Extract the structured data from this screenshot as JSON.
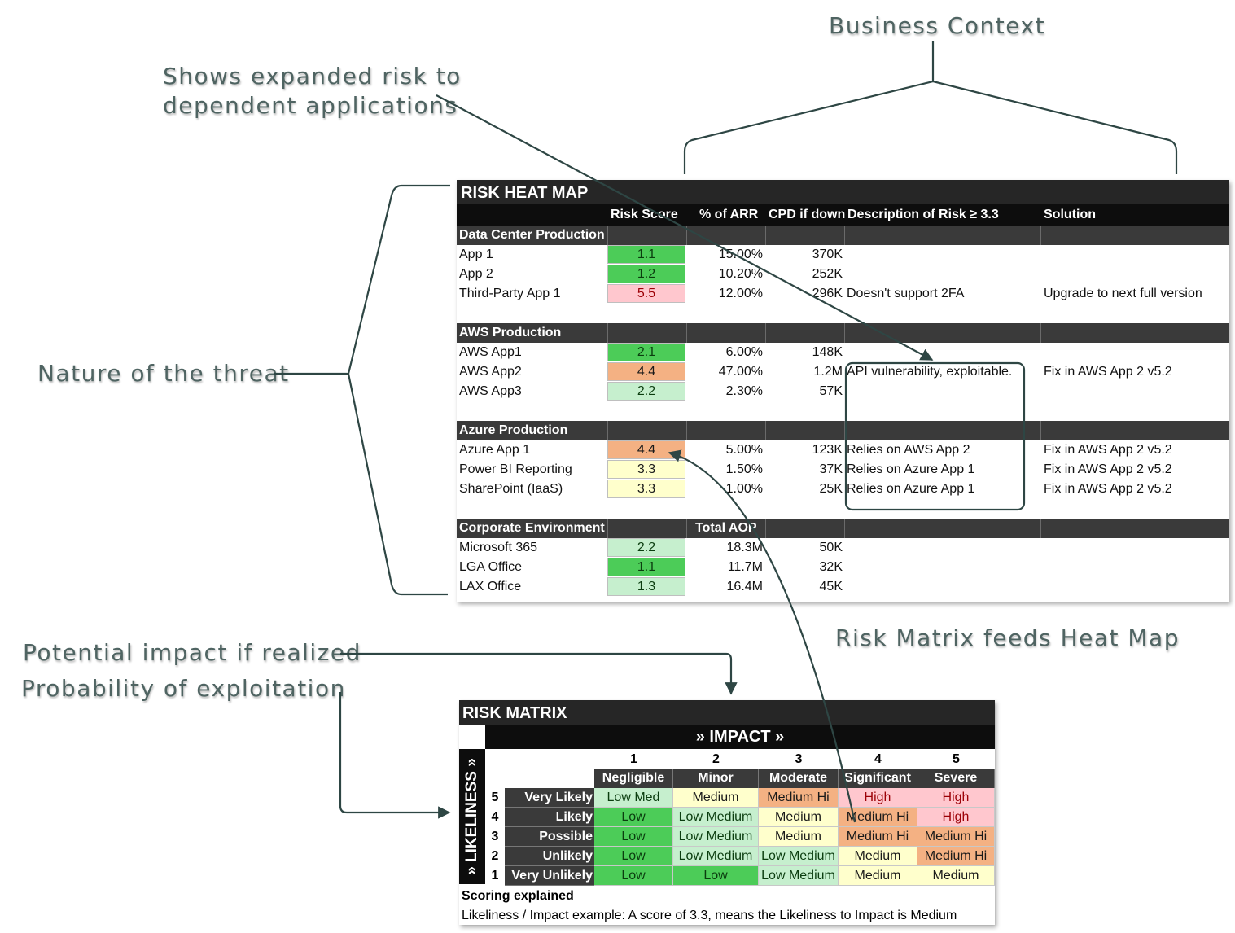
{
  "callouts": {
    "business_context": "Business Context",
    "expanded_risk_line1": "Shows expanded risk to",
    "expanded_risk_line2": "dependent applications",
    "nature_of_threat": "Nature of the threat",
    "risk_matrix_feeds": "Risk Matrix feeds Heat Map",
    "potential_impact": "Potential impact if realized",
    "probability": "Probability of exploitation"
  },
  "heatmap": {
    "title": "RISK HEAT MAP",
    "headers": {
      "risk_score": "Risk Score",
      "arr": "% of ARR",
      "cpd": "CPD if down",
      "description": "Description of Risk ≥ 3.3",
      "solution": "Solution"
    },
    "sections": [
      {
        "label": "Data Center Production",
        "extra": "",
        "rows": [
          {
            "name": "App 1",
            "score": "1.1",
            "level": "low",
            "arr": "15.00%",
            "cpd": "370K",
            "desc": "",
            "sol": ""
          },
          {
            "name": "App 2",
            "score": "1.2",
            "level": "low",
            "arr": "10.20%",
            "cpd": "252K",
            "desc": "",
            "sol": ""
          },
          {
            "name": "Third-Party App 1",
            "score": "5.5",
            "level": "high",
            "arr": "12.00%",
            "cpd": "296K",
            "desc": "Doesn't support 2FA",
            "sol": "Upgrade to next full version"
          }
        ]
      },
      {
        "label": "AWS Production",
        "extra": "",
        "rows": [
          {
            "name": "AWS App1",
            "score": "2.1",
            "level": "low",
            "arr": "6.00%",
            "cpd": "148K",
            "desc": "",
            "sol": ""
          },
          {
            "name": "AWS App2",
            "score": "4.4",
            "level": "medhi",
            "arr": "47.00%",
            "cpd": "1.2M",
            "desc": "API vulnerability, exploitable.",
            "sol": "Fix in AWS App 2 v5.2"
          },
          {
            "name": "AWS App3",
            "score": "2.2",
            "level": "lowmed",
            "arr": "2.30%",
            "cpd": "57K",
            "desc": "",
            "sol": ""
          }
        ]
      },
      {
        "label": "Azure Production",
        "extra": "",
        "rows": [
          {
            "name": "Azure App 1",
            "score": "4.4",
            "level": "medhi",
            "arr": "5.00%",
            "cpd": "123K",
            "desc": "Relies on AWS App 2",
            "sol": "Fix in AWS App 2 v5.2"
          },
          {
            "name": "Power BI Reporting",
            "score": "3.3",
            "level": "medium",
            "arr": "1.50%",
            "cpd": "37K",
            "desc": "Relies on Azure App 1",
            "sol": "Fix in AWS App 2 v5.2"
          },
          {
            "name": "SharePoint (IaaS)",
            "score": "3.3",
            "level": "medium",
            "arr": "1.00%",
            "cpd": "25K",
            "desc": "Relies on Azure App 1",
            "sol": "Fix in AWS App 2 v5.2"
          }
        ]
      },
      {
        "label": "Corporate Environment",
        "extra": "Total AOP",
        "rows": [
          {
            "name": "Microsoft 365",
            "score": "2.2",
            "level": "lowmed",
            "arr": "18.3M",
            "cpd": "50K",
            "desc": "",
            "sol": ""
          },
          {
            "name": "LGA Office",
            "score": "1.1",
            "level": "low",
            "arr": "11.7M",
            "cpd": "32K",
            "desc": "",
            "sol": ""
          },
          {
            "name": "LAX Office",
            "score": "1.3",
            "level": "lowmed",
            "arr": "16.4M",
            "cpd": "45K",
            "desc": "",
            "sol": ""
          }
        ]
      }
    ]
  },
  "matrix": {
    "title": "RISK MATRIX",
    "impact_label": "» IMPACT »",
    "likeliness_label": "» LIKELINESS »",
    "impact_numbers": [
      "1",
      "2",
      "3",
      "4",
      "5"
    ],
    "impact_levels": [
      "Negligible",
      "Minor",
      "Moderate",
      "Significant",
      "Severe"
    ],
    "rows": [
      {
        "num": "5",
        "label": "Very Likely",
        "cells": [
          {
            "text": "Low Med",
            "level": "lowmed"
          },
          {
            "text": "Medium",
            "level": "medium"
          },
          {
            "text": "Medium Hi",
            "level": "medhi"
          },
          {
            "text": "High",
            "level": "high"
          },
          {
            "text": "High",
            "level": "high"
          }
        ]
      },
      {
        "num": "4",
        "label": "Likely",
        "cells": [
          {
            "text": "Low",
            "level": "low"
          },
          {
            "text": "Low Medium",
            "level": "lowmed"
          },
          {
            "text": "Medium",
            "level": "medium"
          },
          {
            "text": "Medium Hi",
            "level": "medhi"
          },
          {
            "text": "High",
            "level": "high"
          }
        ]
      },
      {
        "num": "3",
        "label": "Possible",
        "cells": [
          {
            "text": "Low",
            "level": "low"
          },
          {
            "text": "Low Medium",
            "level": "lowmed"
          },
          {
            "text": "Medium",
            "level": "medium"
          },
          {
            "text": "Medium Hi",
            "level": "medhi"
          },
          {
            "text": "Medium Hi",
            "level": "medhi"
          }
        ]
      },
      {
        "num": "2",
        "label": "Unlikely",
        "cells": [
          {
            "text": "Low",
            "level": "low"
          },
          {
            "text": "Low Medium",
            "level": "lowmed"
          },
          {
            "text": "Low Medium",
            "level": "lowmed"
          },
          {
            "text": "Medium",
            "level": "medium"
          },
          {
            "text": "Medium Hi",
            "level": "medhi"
          }
        ]
      },
      {
        "num": "1",
        "label": "Very Unlikely",
        "cells": [
          {
            "text": "Low",
            "level": "low"
          },
          {
            "text": "Low",
            "level": "low"
          },
          {
            "text": "Low Medium",
            "level": "lowmed"
          },
          {
            "text": "Medium",
            "level": "medium"
          },
          {
            "text": "Medium",
            "level": "medium"
          }
        ]
      }
    ],
    "scoring_title": "Scoring explained",
    "scoring_example": "Likeliness / Impact example: A score of 3.3, means the Likeliness to Impact is Medium"
  },
  "colors": {
    "low": {
      "bg": "#4ccc58",
      "fg": "#0b3d0f"
    },
    "lowmed": {
      "bg": "#c6efce",
      "fg": "#0b3d0f"
    },
    "medium": {
      "bg": "#ffffcc",
      "fg": "#1a1a1a"
    },
    "medhi": {
      "bg": "#f4b183",
      "fg": "#1a1a1a"
    },
    "high": {
      "bg": "#ffc7ce",
      "fg": "#9c0006"
    },
    "callout": "#4f6462",
    "connector": "#2e4644"
  }
}
